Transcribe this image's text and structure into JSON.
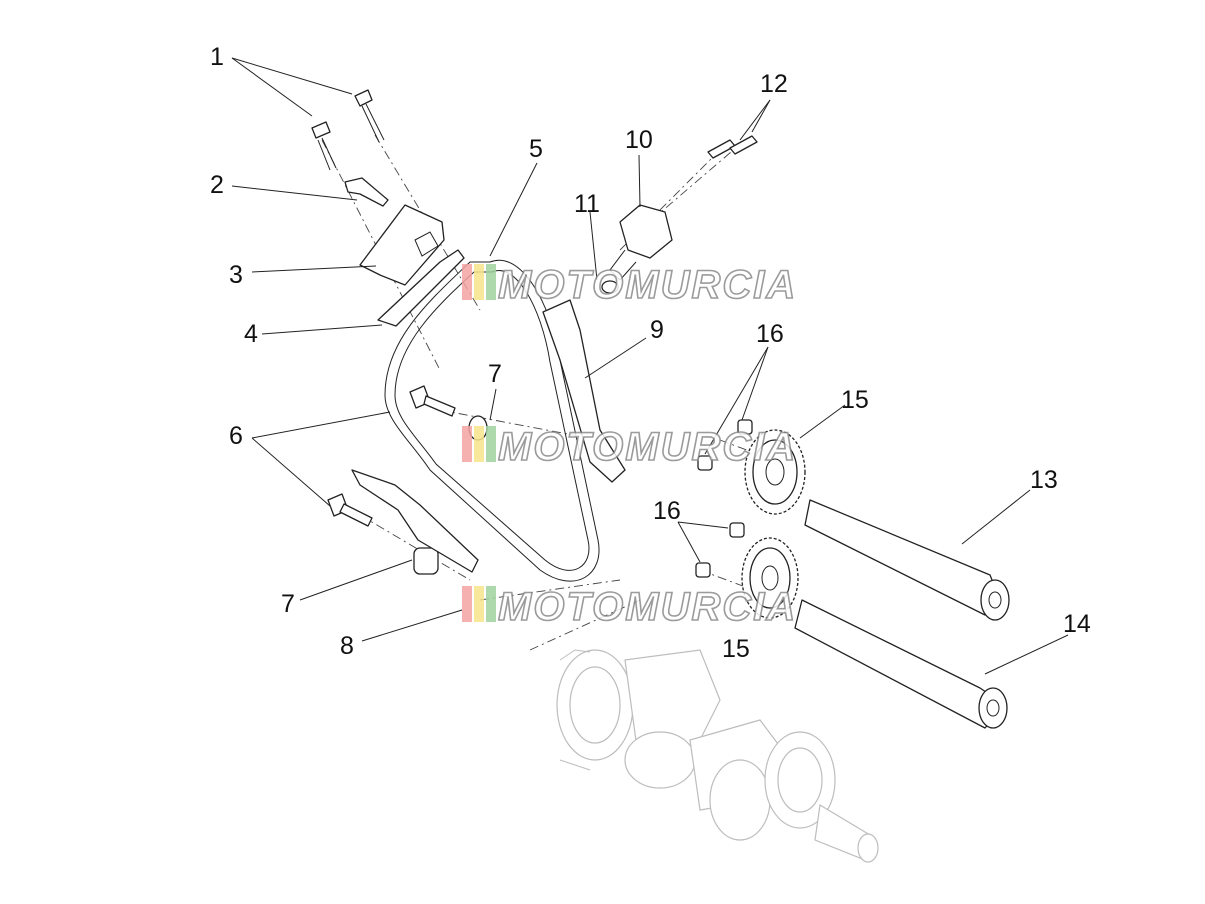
{
  "callouts": {
    "c1": "1",
    "c2": "2",
    "c3": "3",
    "c4": "4",
    "c5": "5",
    "c6": "6",
    "c7a": "7",
    "c7b": "7",
    "c8": "8",
    "c9": "9",
    "c10": "10",
    "c11": "11",
    "c12": "12",
    "c13": "13",
    "c14": "14",
    "c15a": "15",
    "c15b": "15",
    "c16a": "16",
    "c16b": "16"
  },
  "watermark": {
    "text": "MOTOMURCIA",
    "stripe_colors": [
      "#f4a3a3",
      "#f7e58b",
      "#9fd39f"
    ]
  },
  "colors": {
    "line": "#222222",
    "ghost": "#bdbdbd"
  }
}
